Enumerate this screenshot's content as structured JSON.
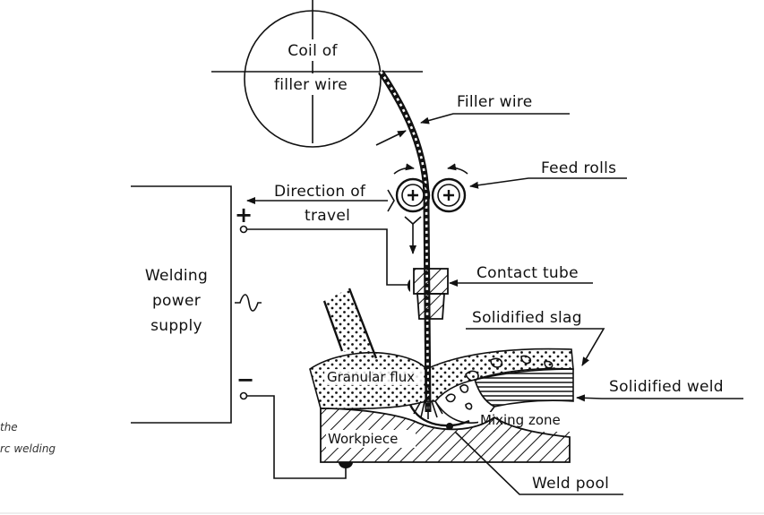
{
  "labels": {
    "coil_line1": "Coil of",
    "coil_line2": "filler wire",
    "filler_wire": "Filler wire",
    "feed_rolls": "Feed rolls",
    "direction_line1": "Direction of",
    "direction_line2": "travel",
    "contact_tube": "Contact tube",
    "solidified_slag": "Solidified slag",
    "solidified_weld": "Solidified weld",
    "power_line1": "Welding",
    "power_line2": "power",
    "power_line3": "supply",
    "granular_flux": "Granular flux",
    "mixing_zone": "Mixing zone",
    "workpiece": "Workpiece",
    "weld_pool": "Weld pool",
    "plus_sign": "+",
    "minus_sign": "−"
  },
  "caption": {
    "line1": "the",
    "line2": "rc welding"
  }
}
